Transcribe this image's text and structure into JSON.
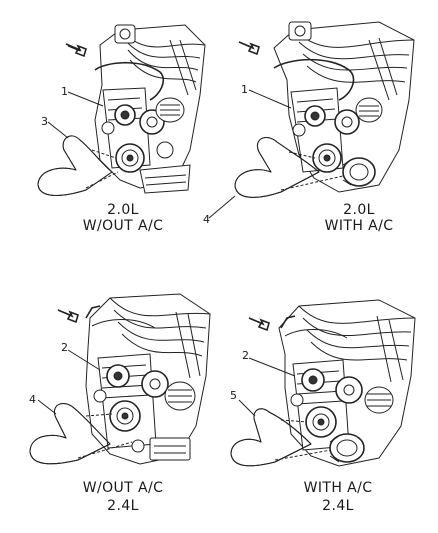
{
  "panels": [
    {
      "id": "panel-2-0l-without-ac",
      "callouts": [
        "1",
        "3"
      ],
      "caption_line1": "2.0L",
      "caption_line2": "W/OUT A/C"
    },
    {
      "id": "panel-2-0l-with-ac",
      "callouts": [
        "1",
        "4"
      ],
      "caption_line1": "2.0L",
      "caption_line2": "WITH A/C"
    },
    {
      "id": "panel-2-4l-without-ac",
      "callouts": [
        "2",
        "4"
      ],
      "caption_line1": "W/OUT A/C",
      "caption_line2": "2.4L"
    },
    {
      "id": "panel-2-4l-with-ac",
      "callouts": [
        "2",
        "5"
      ],
      "caption_line1": "WITH A/C",
      "caption_line2": "2.4L"
    }
  ],
  "icons": [
    "front-direction-arrow-icon"
  ]
}
